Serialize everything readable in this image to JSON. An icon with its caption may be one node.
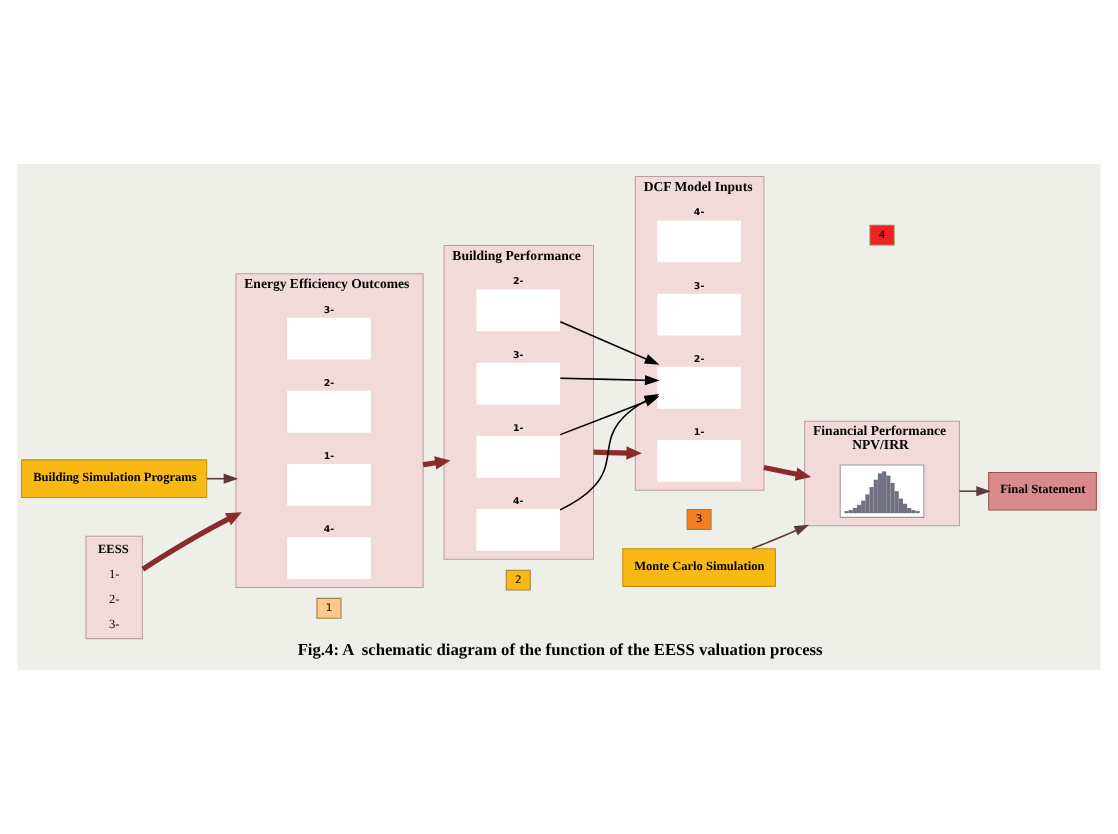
{
  "diagram": {
    "caption": "Fig.4: A  schematic diagram of the function of the EESS valuation process",
    "nodes": [
      {
        "text": [
          "Building Simulation Programs"
        ]
      },
      {
        "text": [
          "EESS",
          "1-",
          "2-",
          "3-"
        ]
      },
      {
        "text": [
          "Energy Efficiency Outcomes"
        ]
      },
      {
        "text": [
          "1-"
        ],
        "in": 2
      },
      {
        "text": [
          "2-"
        ],
        "in": 2
      },
      {
        "text": [
          "3-"
        ],
        "in": 2
      },
      {
        "text": [
          "4-"
        ],
        "in": 2
      },
      {
        "text": [
          "Building Performance"
        ]
      },
      {
        "text": [
          "1-"
        ],
        "in": 7
      },
      {
        "text": [
          "2-"
        ],
        "in": 7
      },
      {
        "text": [
          "3-"
        ],
        "in": 7
      },
      {
        "text": [
          "4-"
        ],
        "in": 7
      },
      {
        "text": [
          "DCF Model Inputs"
        ]
      },
      {
        "text": [
          "1-"
        ],
        "in": 12
      },
      {
        "text": [
          "2-"
        ],
        "in": 12
      },
      {
        "text": [
          "3-"
        ],
        "in": 12
      },
      {
        "text": [
          "4-"
        ],
        "in": 12
      },
      {
        "text": [
          "Monte Carlo Simulation"
        ]
      },
      {
        "text": [
          "Financial Performance",
          "NPV/IRR"
        ]
      },
      {
        "text": [],
        "shape": "picture",
        "in": 18
      },
      {
        "text": [
          "Final Statement"
        ]
      }
    ],
    "edges": [
      {
        "from": 0,
        "to": 2,
        "arrow": "to",
        "color": "#5a3a3a"
      },
      {
        "from": 1,
        "to": 2,
        "arrow": "to",
        "style": "thick",
        "color": "#8b2a2a"
      },
      {
        "from": 2,
        "to": 7,
        "arrow": "to",
        "style": "thick",
        "color": "#8b2a2a"
      },
      {
        "from": 7,
        "to": 12,
        "arrow": "to",
        "style": "thick",
        "color": "#8b2a2a"
      },
      {
        "from": 12,
        "to": 18,
        "arrow": "to",
        "style": "thick",
        "color": "#8b2a2a"
      },
      {
        "from": 17,
        "to": 18,
        "arrow": "to",
        "color": "#5a3a3a"
      },
      {
        "from": 8,
        "to": 14,
        "arrow": "to",
        "color": "#000000"
      },
      {
        "from": 9,
        "to": 14,
        "arrow": "to",
        "color": "#000000"
      },
      {
        "from": 10,
        "to": 14,
        "arrow": "to",
        "color": "#000000"
      },
      {
        "from": 11,
        "to": 14,
        "arrow": "to",
        "color": "#000000"
      },
      {
        "from": 18,
        "to": 20,
        "arrow": "to",
        "color": "#5a3a3a"
      }
    ],
    "labels": [
      "1",
      "2",
      "3",
      "4"
    ]
  }
}
